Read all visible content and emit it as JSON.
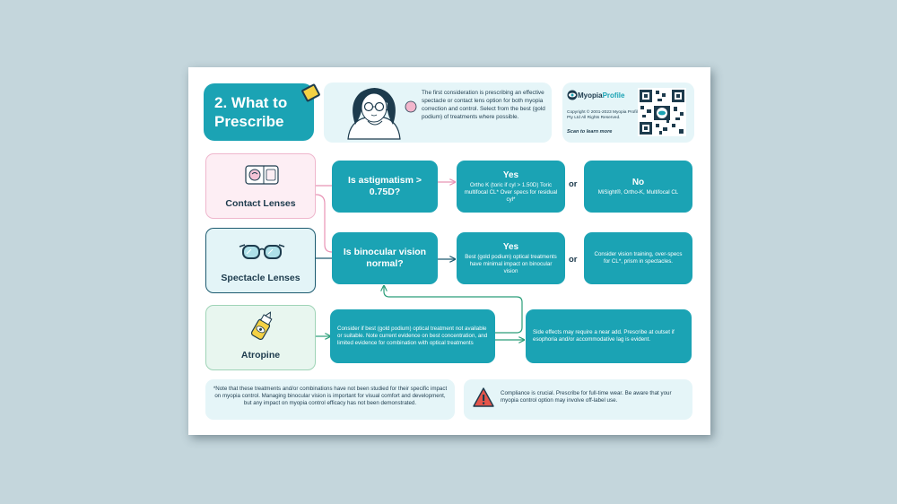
{
  "title": {
    "line1": "2. What to",
    "line2": "Prescribe"
  },
  "intro": "The first consideration is prescribing an effective spectacle or contact lens option for both myopia correction and control. Select from the best (gold podium) of treatments where possible.",
  "brand": {
    "name_part1": "Myopia",
    "name_part2": "Profile",
    "copyright": "Copyright © 2001-2023 Myopia Profile Pty Ltd All Rights Reserved.",
    "scan": "Scan to learn more"
  },
  "categories": {
    "contact_lenses": "Contact Lenses",
    "spectacle_lenses": "Spectacle Lenses",
    "atropine": "Atropine"
  },
  "row1": {
    "question": "Is astigmatism > 0.75D?",
    "yes_heading": "Yes",
    "yes_text": "Ortho K (toric if cyl > 1.50D) Toric multifocal CL* Over specs for residual cyl*",
    "or": "or",
    "no_heading": "No",
    "no_text": "MiSight®, Ortho-K, Multifocal CL"
  },
  "row2": {
    "question": "Is binocular vision normal?",
    "yes_heading": "Yes",
    "yes_text": "Best (gold podium) optical treatments have minimal impact on binocular vision",
    "or": "or",
    "no_text": "Consider vision training, over-specs for CL*, prism in spectacles."
  },
  "row3": {
    "consider": "Consider if best (gold podium) optical treatment not available or suitable. Note current evidence on best concentration, and limited evidence for combination with optical treatments",
    "side_effects": "Side effects may require a near add. Prescribe at outset if esophoria and/or accommodative lag is evident."
  },
  "notes": {
    "left": "*Note that these treatments and/or combinations have not been studied for their specific impact on myopia control. Managing binocular vision is important for visual comfort and development, but any impact on myopia control efficacy has not been demonstrated.",
    "right": "Compliance is crucial. Prescribe for full-time wear. Be aware that your myopia control option may involve off-label use."
  },
  "colors": {
    "teal": "#1ba3b4",
    "navy": "#1d3b4d",
    "pink_border": "#efb7cd",
    "green_border": "#9fd4b7",
    "warning_red": "#e4554b"
  },
  "icons": [
    "contact-lens-case-icon",
    "glasses-icon",
    "eye-drop-bottle-icon",
    "warning-icon",
    "qr-code-icon",
    "myopia-profile-logo-icon",
    "woman-with-glasses-illustration"
  ]
}
